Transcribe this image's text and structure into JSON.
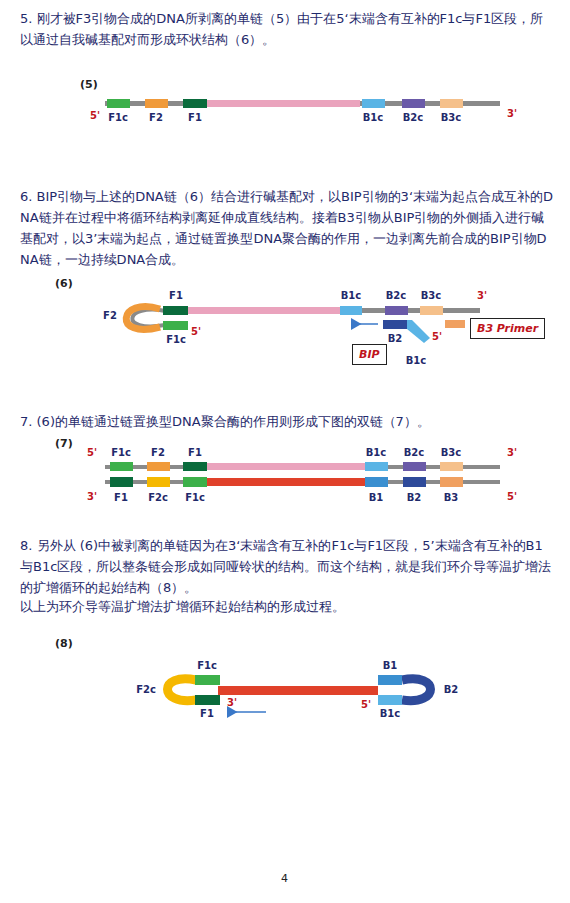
{
  "diagram": {
    "nodes": [
      {
        "text": [
          "B3 Primer"
        ]
      },
      {
        "text": [
          "BIP"
        ]
      }
    ],
    "labels": [
      "5. 刚才被F3引物合成的DNA所剥离的单链（5）由于在5‘末端含有互补的F1c与F1区段，所以通过自我碱基配对而形成环状结构（6）。",
      "(5)",
      "5'",
      "F1c",
      "F2",
      "F1",
      "B1c",
      "B2c",
      "B3c",
      "3'",
      "6. BIP引物与上述的DNA链（6）结合进行碱基配对，以BIP引物的3‘末端为起点合成互补的DNA链并在过程中将循环结构剥离延伸成直线结构。接着B3引物从BIP引物的外侧插入进行碱基配对，以3’末端为起点，通过链置换型DNA聚合酶的作用，一边剥离先前合成的BIP引物DNA链，一边持续DNA合成。",
      "(6)",
      "F1",
      "F2",
      "F1c",
      "5'",
      "B1c",
      "B2c",
      "B3c",
      "3'",
      "B2",
      "B1c",
      "5'",
      "7. (6)的单链通过链置换型DNA聚合酶的作用则形成下图的双链（7）。",
      "(7)",
      "5'",
      "F1c",
      "F2",
      "F1",
      "B1c",
      "B2c",
      "B3c",
      "3'",
      "3'",
      "F1",
      "F2c",
      "F1c",
      "B1",
      "B2",
      "B3",
      "5'",
      "8. 另外从 (6)中被剥离的单链因为在3‘末端含有互补的F1c与F1区段，5’末端含有互补的B1与B1c区段，所以整条链会形成如同哑铃状的结构。而这个结构，就是我们环介导等温扩增法的扩增循环的起始结构（8）。",
      "以上为环介导等温扩增法扩增循环起始结构的形成过程。",
      "(8)",
      "F1c",
      "F2c",
      "F1",
      "3'",
      "B1",
      "B2",
      "5'",
      "B1c",
      "4"
    ]
  }
}
